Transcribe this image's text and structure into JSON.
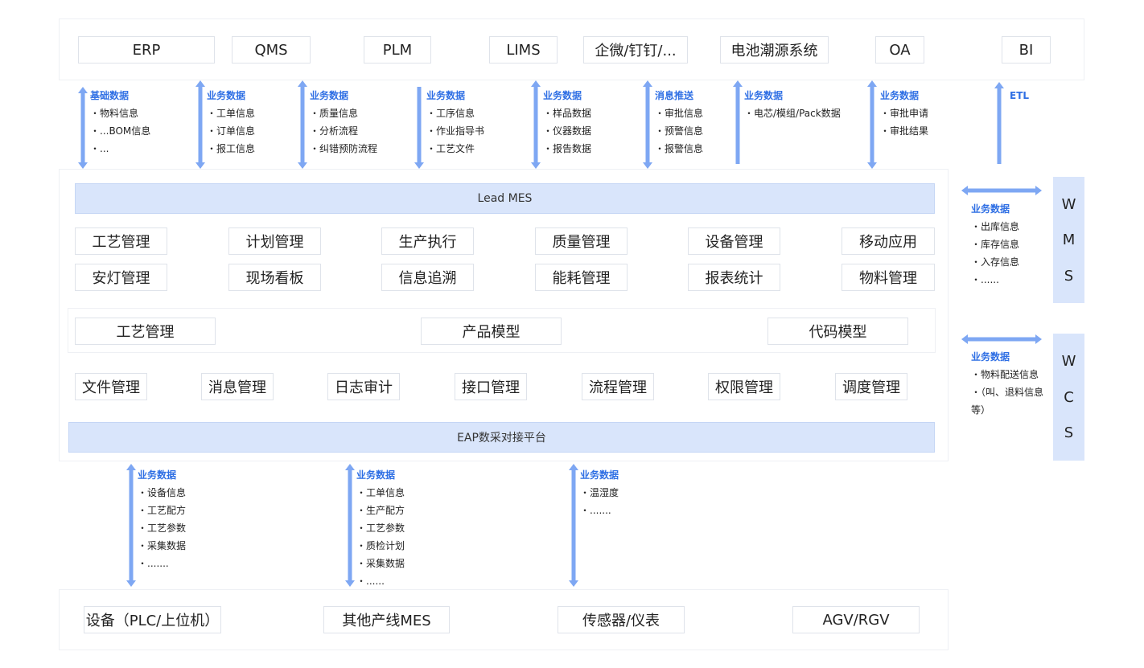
{
  "top_systems": [
    "ERP",
    "QMS",
    "PLM",
    "LIMS",
    "企微/钉钉/...",
    "电池潮源系统",
    "OA",
    "BI"
  ],
  "top_annotations": [
    {
      "header": "基础数据",
      "items": [
        "物料信息",
        "...BOM信息",
        "..."
      ]
    },
    {
      "header": "业务数据",
      "items": [
        "工单信息",
        "订单信息",
        "报工信息"
      ]
    },
    {
      "header": "业务数据",
      "items": [
        "质量信息",
        "分析流程",
        "纠错预防流程"
      ]
    },
    {
      "header": "业务数据",
      "items": [
        "工序信息",
        "作业指导书",
        "工艺文件"
      ]
    },
    {
      "header": "业务数据",
      "items": [
        "样品数据",
        "仪器数据",
        "报告数据"
      ]
    },
    {
      "header": "消息推送",
      "items": [
        "审批信息",
        "预警信息",
        "报警信息"
      ]
    },
    {
      "header": "业务数据",
      "items": [
        "电芯/模组/Pack数据"
      ]
    },
    {
      "header": "业务数据",
      "items": [
        "审批申请",
        "审批结果"
      ]
    },
    {
      "header": "ETL",
      "items": []
    }
  ],
  "mes": {
    "title": "Lead MES",
    "modules_row1": [
      "工艺管理",
      "计划管理",
      "生产执行",
      "质量管理",
      "设备管理",
      "移动应用"
    ],
    "modules_row2": [
      "安灯管理",
      "现场看板",
      "信息追溯",
      "能耗管理",
      "报表统计",
      "物料管理"
    ],
    "models": [
      "工艺管理",
      "产品模型",
      "代码模型"
    ],
    "platform": [
      "文件管理",
      "消息管理",
      "日志审计",
      "接口管理",
      "流程管理",
      "权限管理",
      "调度管理"
    ],
    "eap": "EAP数采对接平台"
  },
  "wms": {
    "letters": [
      "W",
      "M",
      "S"
    ],
    "header": "业务数据",
    "items": [
      "出库信息",
      "库存信息",
      "入存信息",
      "......"
    ]
  },
  "wcs": {
    "letters": [
      "W",
      "C",
      "S"
    ],
    "header": "业务数据",
    "items": [
      "物料配送信息",
      "（叫、退料信息等）"
    ]
  },
  "bottom_annotations": [
    {
      "header": "业务数据",
      "items": [
        "设备信息",
        "工艺配方",
        "工艺参数",
        "采集数据",
        "......."
      ]
    },
    {
      "header": "业务数据",
      "items": [
        "工单信息",
        "生产配方",
        "工艺参数",
        "质检计划",
        "采集数据",
        "......"
      ]
    },
    {
      "header": "业务数据",
      "items": [
        "温湿度",
        "......."
      ]
    }
  ],
  "bottom_systems": [
    "设备（PLC/上位机）",
    "其他产线MES",
    "传感器/仪表",
    "AGV/RGV"
  ],
  "colors": {
    "arrow": "#7ea7f3",
    "accent_text": "#2f6fe4",
    "bar_fill": "#d9e5fb"
  }
}
